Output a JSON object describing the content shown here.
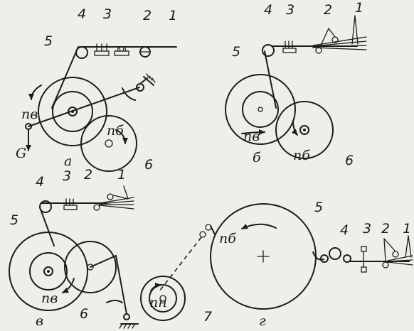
{
  "labels": {
    "n1": "1",
    "n2": "2",
    "n3": "3",
    "n4": "4",
    "n5": "5",
    "n6": "6",
    "n7": "7",
    "G": "G",
    "nv": "пв",
    "nb": "пб",
    "nn": "пн",
    "a": "а",
    "b": "б",
    "v": "в",
    "g": "г"
  }
}
